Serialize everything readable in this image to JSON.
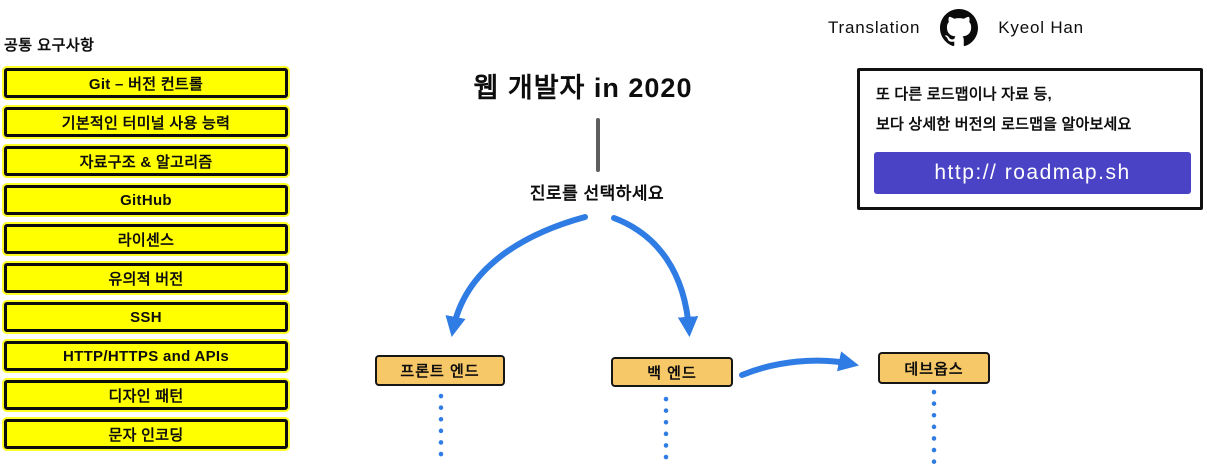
{
  "header": {
    "translation_label": "Translation",
    "translator_name": "Kyeol Han",
    "icon": "github-octocat-icon"
  },
  "common_requirements": {
    "title": "공통 요구사항",
    "items": [
      "Git – 버전 컨트롤",
      "기본적인 터미널 사용 능력",
      "자료구조 & 알고리즘",
      "GitHub",
      "라이센스",
      "유의적 버전",
      "SSH",
      "HTTP/HTTPS and APIs",
      "디자인 패턴",
      "문자 인코딩"
    ]
  },
  "main": {
    "title": "웹 개발자 in 2020",
    "subtitle": "진로를 선택하세요",
    "paths": [
      {
        "label": "프론트 엔드"
      },
      {
        "label": "백 엔드"
      },
      {
        "label": "데브옵스"
      }
    ]
  },
  "info_box": {
    "line1": "또 다른 로드맵이나 자료 등,",
    "line2": "보다 상세한 버전의 로드맵을 알아보세요",
    "link_label": "http:// roadmap.sh"
  },
  "colors": {
    "requirement_yellow": "#ffff00",
    "node_orange": "#f7c868",
    "arrow_blue": "#2e7ce4",
    "link_purple": "#4b43c6"
  }
}
